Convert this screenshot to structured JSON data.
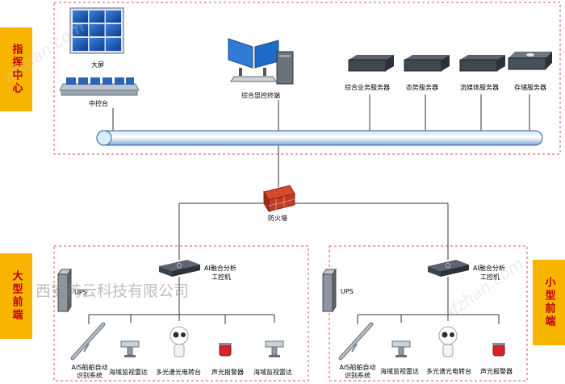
{
  "zones": {
    "command_center": "指挥中心",
    "large_front": "大型前端",
    "small_front": "小型前端"
  },
  "command": {
    "big_screen": "大屏",
    "console": "中控台",
    "display_terminal": "综合显控终端",
    "servers": [
      "综合业务服务器",
      "态势服务器",
      "流媒体服务器",
      "存储服务器"
    ]
  },
  "firewall": "防火墙",
  "large": {
    "ai_line1": "AI融合分析",
    "ai_line2": "工控机",
    "ups": "UPS",
    "devices": [
      {
        "line1": "AIS船舶自动",
        "line2": "识别系统"
      },
      {
        "line1": "海域监视雷达",
        "line2": ""
      },
      {
        "line1": "多光谱光电转台",
        "line2": ""
      },
      {
        "line1": "声光报警器",
        "line2": ""
      },
      {
        "line1": "海域监视雷达",
        "line2": ""
      }
    ]
  },
  "small": {
    "ai_line1": "AI融合分析",
    "ai_line2": "工控机",
    "ups": "UPS",
    "devices": [
      {
        "line1": "AIS船舶自动",
        "line2": "识别系统"
      },
      {
        "line1": "海域监视雷达",
        "line2": ""
      },
      {
        "line1": "多光谱光电转台",
        "line2": ""
      },
      {
        "line1": "声光报警器",
        "line2": ""
      }
    ]
  },
  "watermark": "西安芮云科技有限公司",
  "watermark_latin": "afzhan.com"
}
